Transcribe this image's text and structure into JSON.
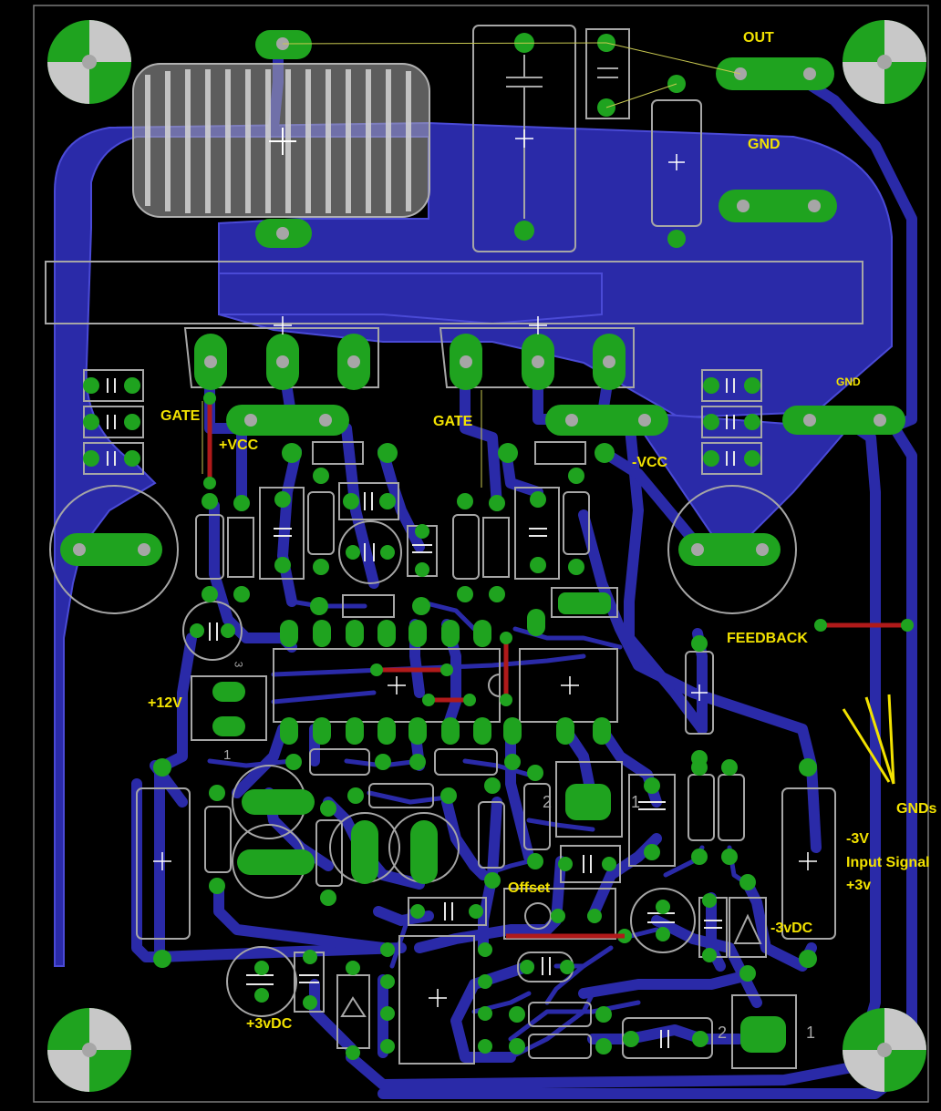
{
  "board": {
    "background": "#000000",
    "copper_color": "#2a2aa8",
    "copper_outline": "#4a4ad6",
    "pad_color": "#1fa31f",
    "silk_color": "#a6a6a6",
    "jumper_color": "#b01a1a",
    "label_color": "#f2e200",
    "airwire_color": "#c8c850"
  },
  "labels": {
    "out": "OUT",
    "gnd_top": "GND",
    "gnd_right": "GND",
    "gate_left": "GATE",
    "gate_right": "GATE",
    "vcc_pos": "+VCC",
    "vcc_neg": "-VCC",
    "feedback": "FEEDBACK",
    "plus12v": "+12V",
    "gnds": "GNDs",
    "neg3v": "-3V",
    "input_signal": "Input Signal",
    "pos3v": "+3v",
    "offset": "Offset",
    "neg3vdc": "-3vDC",
    "pos3vdc": "+3vDC"
  },
  "silk_numbers": {
    "one_a": "1",
    "two_a": "2",
    "one_b": "1",
    "two_b": "2",
    "one_c": "1",
    "three_a": "3"
  }
}
